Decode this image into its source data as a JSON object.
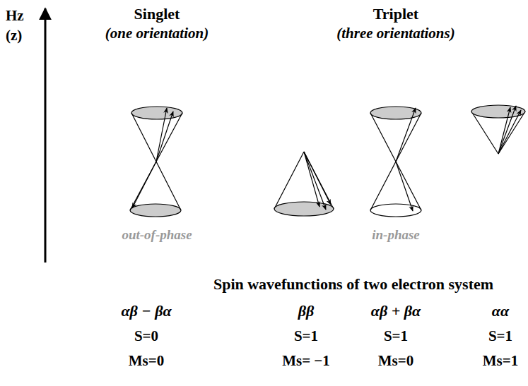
{
  "diagram": {
    "caption": "Spin wavefunctions of two electron system",
    "labels": [
      "Hz",
      "(z)",
      "Singlet",
      "(one orientation)",
      "Triplet",
      "(three orientations)",
      "out-of-phase",
      "in-phase",
      "αβ − βα",
      "ββ",
      "αβ + βα",
      "αα",
      "S=0",
      "S=1",
      "S=1",
      "S=1",
      "Ms=0",
      "Ms= −1",
      "Ms=0",
      "Ms=1"
    ]
  }
}
